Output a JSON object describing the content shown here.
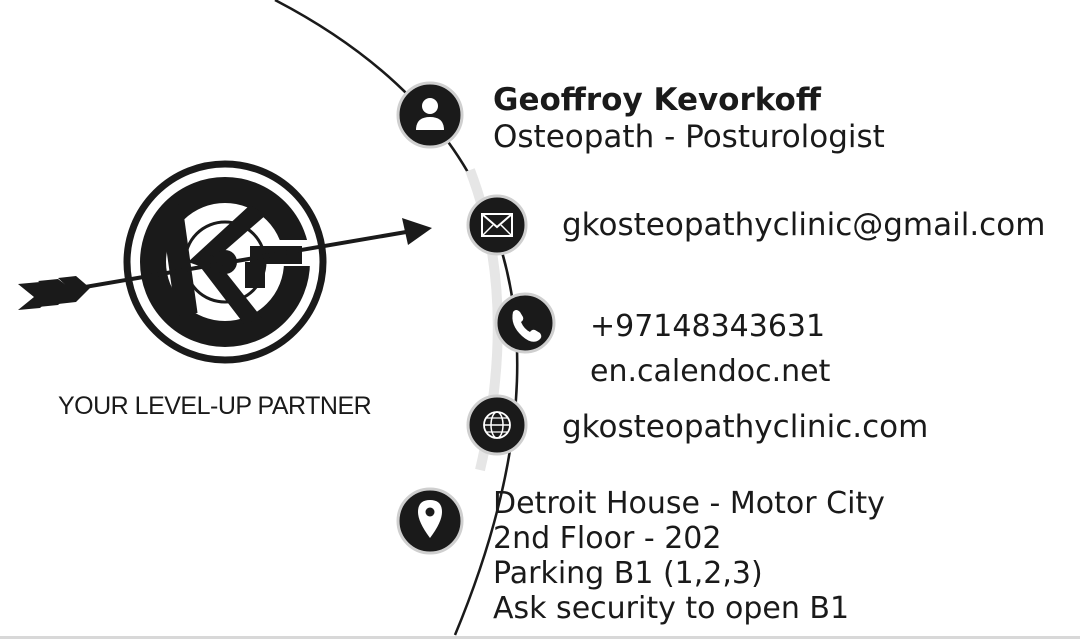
{
  "contact": {
    "name": "Geoffroy Kevorkoff",
    "title": "Osteopath - Posturologist",
    "email": "gkosteopathyclinic@gmail.com",
    "phone": "+97148343631",
    "booking": "en.calendoc.net",
    "website": "gkosteopathyclinic.com",
    "address": [
      "Detroit House - Motor City",
      "2nd Floor - 202",
      "Parking B1 (1,2,3)",
      "Ask security to open B1"
    ]
  },
  "brand": {
    "logo_letters": "GK",
    "tagline": "YOUR LEVEL-UP PARTNER"
  },
  "icons": [
    "person-icon",
    "envelope-icon",
    "phone-icon",
    "globe-icon",
    "location-pin-icon"
  ],
  "colors": {
    "ink": "#1a1a1a",
    "background": "#ffffff"
  }
}
